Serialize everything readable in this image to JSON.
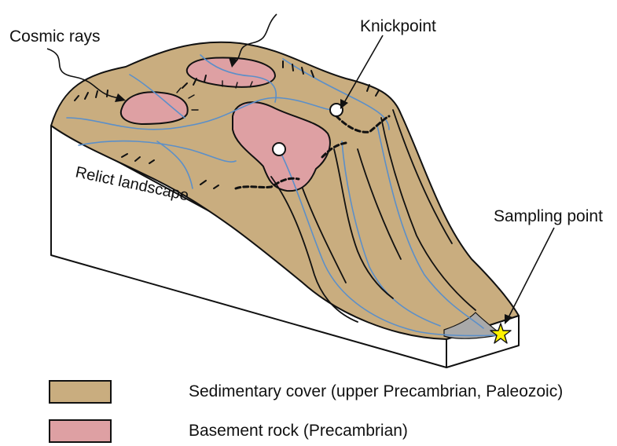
{
  "labels": {
    "cosmic_rays": "Cosmic rays",
    "knickpoint": "Knickpoint",
    "relict_landscape": "Relict landscape",
    "sampling_point": "Sampling point"
  },
  "legend": [
    {
      "label": "Sedimentary cover (upper Precambrian, Paleozoic)",
      "color": "#c9ad7f"
    },
    {
      "label": "Basement rock (Precambrian)",
      "color": "#dea0a3"
    }
  ],
  "colors": {
    "sediment": "#c9ad7f",
    "basement": "#dea0a3",
    "river": "#5b8fc9",
    "deposit": "#a9a9a9",
    "star": "#fff200",
    "outline": "#111111"
  }
}
